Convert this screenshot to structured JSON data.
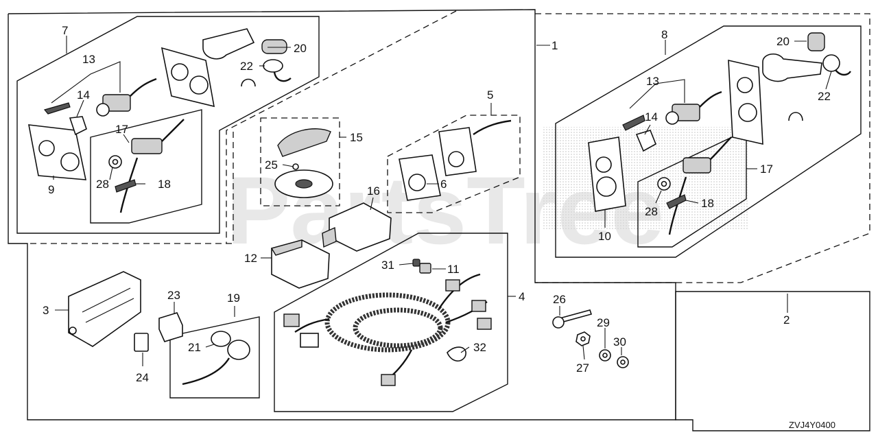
{
  "diagram": {
    "watermark": "PartsTree",
    "figure_code": "ZVJ4Y0400",
    "callouts": [
      "1",
      "2",
      "3",
      "4",
      "5",
      "6",
      "7",
      "8",
      "9",
      "10",
      "11",
      "12",
      "13",
      "14",
      "15",
      "16",
      "17",
      "18",
      "19",
      "20",
      "21",
      "22",
      "23",
      "24",
      "25",
      "26",
      "27",
      "28",
      "29",
      "30",
      "31",
      "32"
    ],
    "callouts_repeat": [
      "13",
      "14",
      "17",
      "18",
      "20",
      "22",
      "28"
    ]
  }
}
